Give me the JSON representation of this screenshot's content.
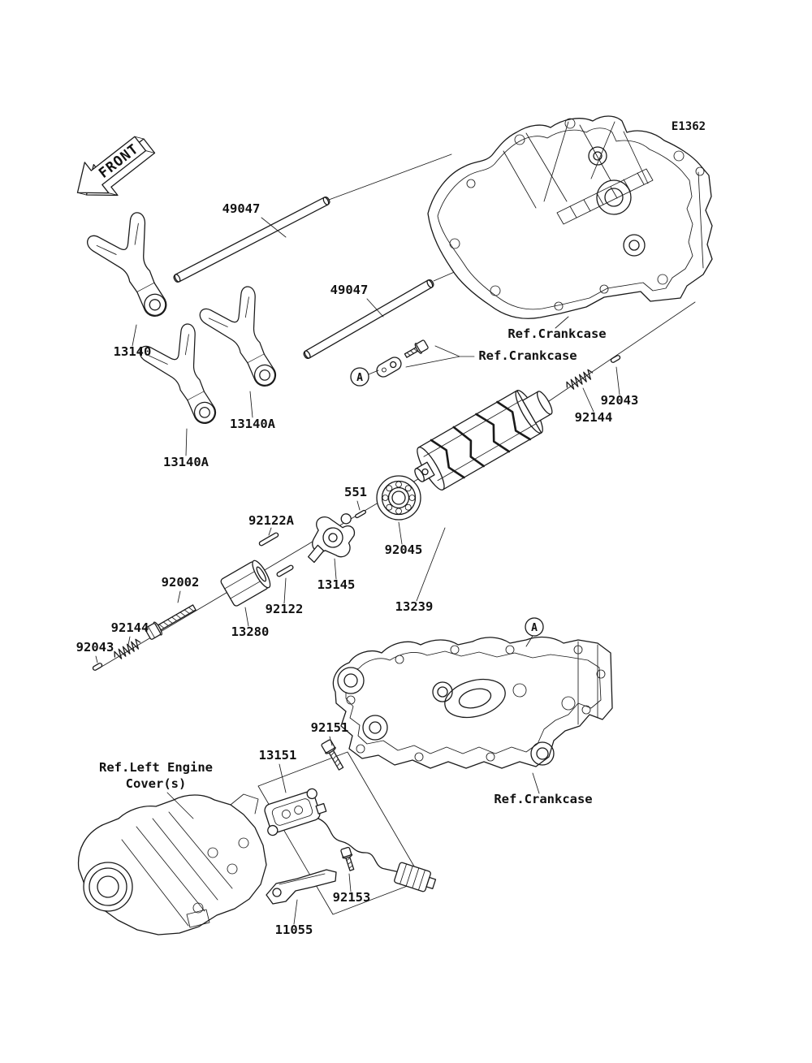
{
  "colors": {
    "ink": "#1a1a1a",
    "background": "#ffffff"
  },
  "diagram_code": "E1362",
  "front_label": "FRONT",
  "part_labels": [
    "49047",
    "49047",
    "13140",
    "13140A",
    "13140A",
    "92043",
    "92144",
    "551",
    "92122A",
    "92045",
    "92002",
    "13145",
    "92122",
    "13239",
    "13280",
    "92144",
    "92043",
    "92151",
    "13151",
    "92153",
    "11055"
  ],
  "ref_labels": [
    "Ref.Crankcase",
    "Ref.Crankcase",
    "Ref.Crankcase",
    "Ref.Left Engine",
    "Cover(s)"
  ],
  "markers": [
    "A",
    "A"
  ]
}
